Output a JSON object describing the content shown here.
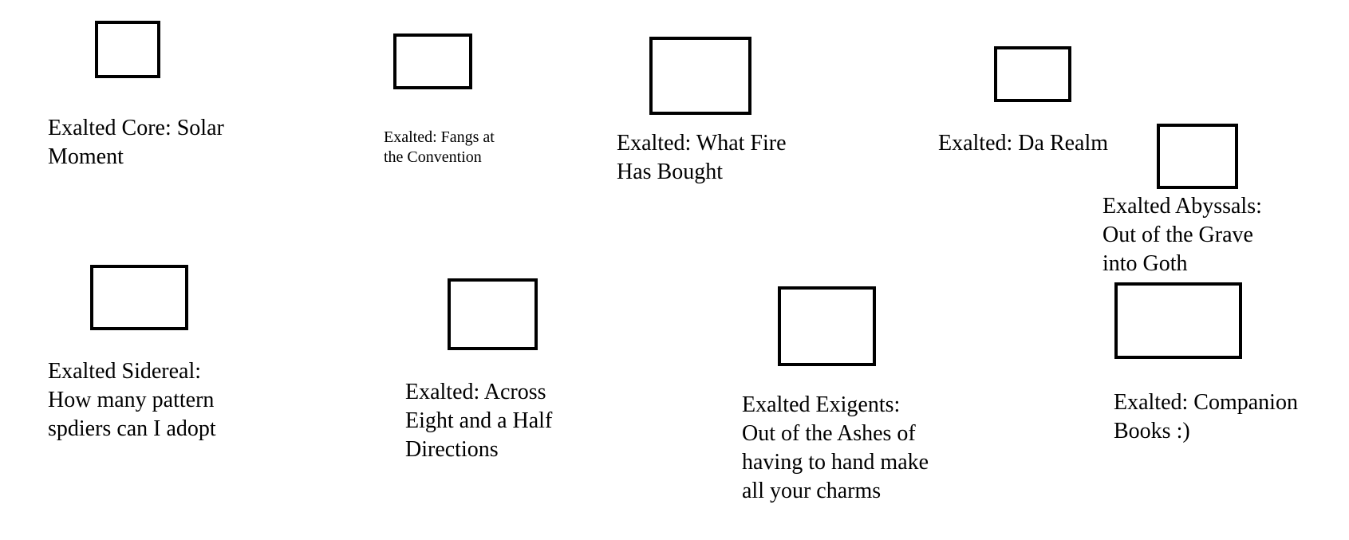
{
  "items": [
    {
      "label": "Exalted Core: Solar\nMoment"
    },
    {
      "label": "Exalted: Fangs at\nthe Convention"
    },
    {
      "label": "Exalted: What Fire\nHas Bought"
    },
    {
      "label": "Exalted: Da Realm"
    },
    {
      "label": "Exalted Abyssals:\nOut of the Grave\ninto Goth"
    },
    {
      "label": "Exalted Sidereal:\nHow many pattern\nspdiers can I adopt"
    },
    {
      "label": "Exalted: Across\nEight and a Half\nDirections"
    },
    {
      "label": "Exalted Exigents:\nOut of the Ashes of\nhaving to hand make\nall your charms"
    },
    {
      "label": "Exalted: Companion\nBooks :)"
    }
  ]
}
